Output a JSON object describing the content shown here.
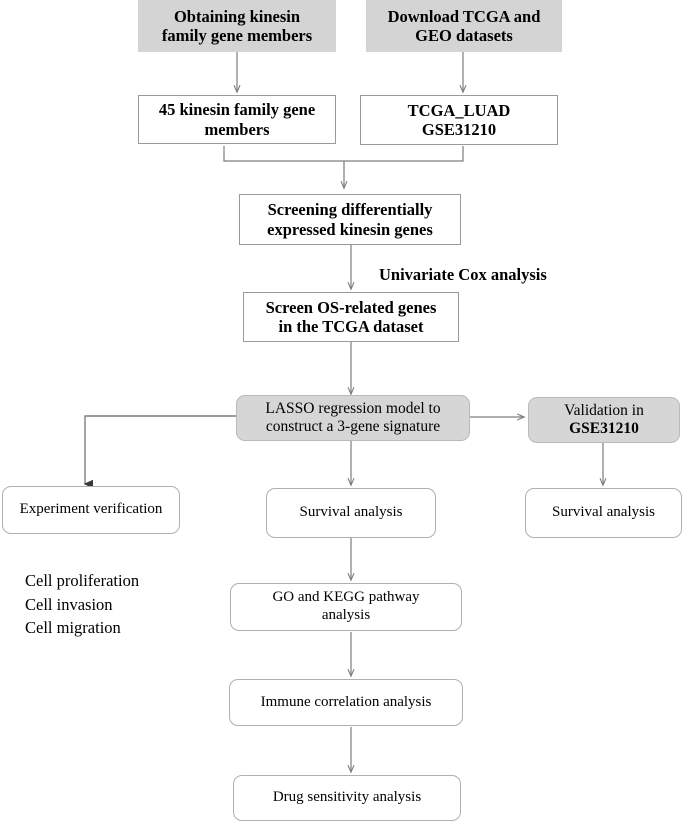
{
  "diagram": {
    "title": "Study workflow flowchart",
    "colors": {
      "gray_fill": "#d4d4d4",
      "white_fill": "#ffffff",
      "border": "#9a9a9a",
      "connector": "#7d7d7d",
      "text": "#000000"
    },
    "nodes": {
      "obtaining_kinesin": "Obtaining kinesin\nfamily gene members",
      "download_datasets": "Download TCGA and\nGEO datasets",
      "kinesin_members": "45 kinesin family gene\nmembers",
      "datasets": "TCGA_LUAD\nGSE31210",
      "screening_deg": "Screening differentially\nexpressed kinesin genes",
      "screen_os": "Screen OS-related genes\nin the TCGA dataset",
      "lasso": "LASSO regression model to\nconstruct a 3-gene signature",
      "validation_prefix": "Validation in",
      "validation_dataset": "GSE31210",
      "experiment_verification": "Experiment verification",
      "survival_center": "Survival analysis",
      "survival_right": "Survival analysis",
      "go_kegg": "GO and KEGG pathway\nanalysis",
      "immune": "Immune correlation analysis",
      "drug": "Drug sensitivity analysis"
    },
    "labels": {
      "univariate_cox": "Univariate Cox analysis"
    },
    "lists": {
      "experiment_items": "Cell proliferation\nCell invasion\nCell migration"
    }
  }
}
